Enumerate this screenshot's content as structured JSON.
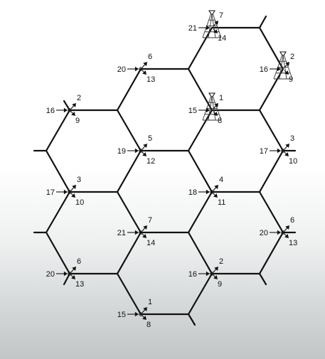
{
  "colors": {
    "line": "#111111",
    "text": "#111111"
  },
  "sites": [
    {
      "id": "site-top-right-a",
      "has_tower": true,
      "channels": [
        "21",
        "7",
        "14"
      ]
    },
    {
      "id": "site-top-right-b",
      "has_tower": true,
      "channels": [
        "16",
        "2",
        "9"
      ]
    },
    {
      "id": "site-top-middle",
      "has_tower": false,
      "channels": [
        "20",
        "6",
        "13"
      ]
    },
    {
      "id": "site-center-tower",
      "has_tower": true,
      "channels": [
        "15",
        "1",
        "8"
      ]
    },
    {
      "id": "site-upper-left",
      "has_tower": false,
      "channels": [
        "16",
        "2",
        "9"
      ]
    },
    {
      "id": "site-center-upper",
      "has_tower": false,
      "channels": [
        "19",
        "5",
        "12"
      ]
    },
    {
      "id": "site-right-upper",
      "has_tower": false,
      "channels": [
        "17",
        "3",
        "10"
      ]
    },
    {
      "id": "site-left-middle",
      "has_tower": false,
      "channels": [
        "17",
        "3",
        "10"
      ]
    },
    {
      "id": "site-center",
      "has_tower": false,
      "channels": [
        "18",
        "4",
        "11"
      ]
    },
    {
      "id": "site-center-lower",
      "has_tower": false,
      "channels": [
        "21",
        "7",
        "14"
      ]
    },
    {
      "id": "site-right-lower",
      "has_tower": false,
      "channels": [
        "20",
        "6",
        "13"
      ]
    },
    {
      "id": "site-lower-left",
      "has_tower": false,
      "channels": [
        "20",
        "6",
        "13"
      ]
    },
    {
      "id": "site-lower-center",
      "has_tower": false,
      "channels": [
        "16",
        "2",
        "9"
      ]
    },
    {
      "id": "site-bottom",
      "has_tower": false,
      "channels": [
        "15",
        "1",
        "8"
      ]
    }
  ]
}
